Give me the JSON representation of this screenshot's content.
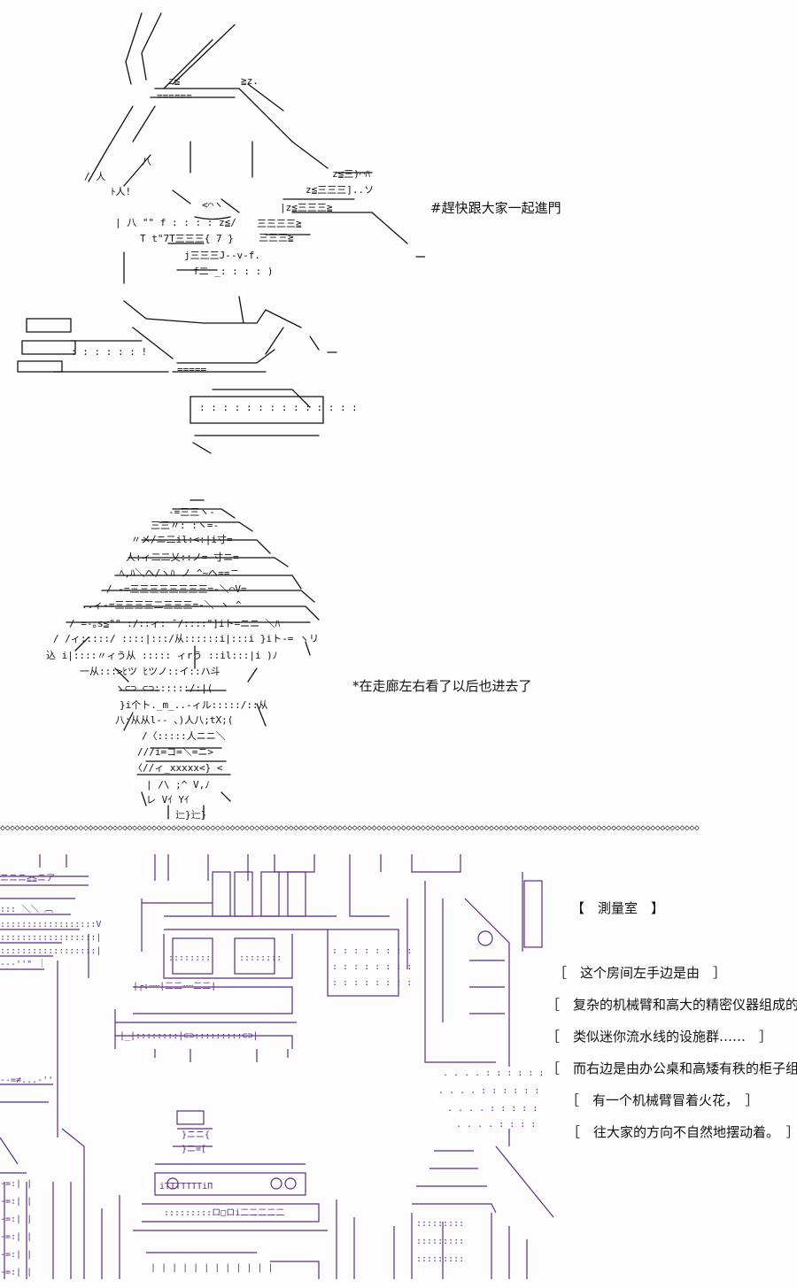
{
  "panel1": {
    "caption": "#趕快跟大家一起進門"
  },
  "panel2": {
    "caption": "*在走廊左右看了以后也进去了"
  },
  "divider": {
    "pattern": "◇◇◇◇◇◇◇◇◇◇◇◇◇◇◇◇◇◇◇◇◇◇◇◇◇◇◇◇◇◇◇◇◇◇◇◇◇◇◇◇◇◇◇◇◇◇◇◇◇◇◇◇◇◇◇◇◇◇◇◇◇◇◇◇◇◇◇◇◇◇◇◇◇◇◇◇◇◇◇◇◇◇◇◇◇◇◇◇◇◇◇◇◇◇◇◇◇◇◇◇◇◇◇◇◇◇◇◇◇◇◇◇◇◇◇◇◇◇◇◇◇◇◇◇◇◇◇◇◇◇◇◇◇◇◇◇◇◇◇◇◇◇◇"
  },
  "panel3": {
    "room_title": "【　測量室　】",
    "lines": [
      "［　这个房间左手边是由　］",
      "［　复杂的机械臂和高大的精密仪器组成的",
      "［　类似迷你流水线的设施群……　］",
      "［　而右边是由办公桌和高矮有秩的柜子组",
      "［　有一个机械臂冒着火花，　］",
      "［　往大家的方向不自然地摆动着。　］"
    ]
  },
  "colors": {
    "ink": "#111111",
    "machine_ink": "#5a2d82",
    "background": "#fdfdfd"
  }
}
